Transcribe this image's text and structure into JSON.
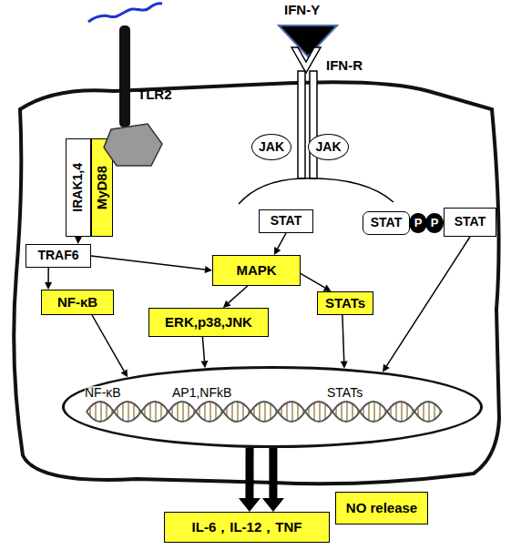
{
  "diagram": {
    "nodes": [
      {
        "text": [
          "JAK"
        ]
      },
      {
        "text": [
          "JAK"
        ]
      },
      {
        "text": [
          "IRAK1,4"
        ]
      },
      {
        "text": [
          "MyD88"
        ]
      },
      {
        "text": [
          "STAT"
        ]
      },
      {
        "text": [
          "STAT"
        ]
      },
      {
        "text": [
          "P"
        ]
      },
      {
        "text": [
          "P"
        ]
      },
      {
        "text": [
          "STAT"
        ]
      },
      {
        "text": [
          "TRAF6"
        ]
      },
      {
        "text": [
          "MAPK"
        ]
      },
      {
        "text": [
          "NF-κB"
        ]
      },
      {
        "text": [
          "STATs"
        ]
      },
      {
        "text": [
          "ERK,p38,JNK"
        ]
      },
      {
        "text": [
          "NF-κB",
          "AP1,NFkB",
          "STATs"
        ]
      },
      {
        "text": [
          "NO release"
        ]
      },
      {
        "text": [
          "IL-6，IL-12，TNF"
        ]
      }
    ],
    "edges": [
      {
        "from": 2,
        "to": 9,
        "arrow": "to"
      },
      {
        "from": 9,
        "to": 11,
        "arrow": "to"
      },
      {
        "from": 9,
        "to": 10,
        "arrow": "to"
      },
      {
        "from": 4,
        "to": 10,
        "arrow": "to"
      },
      {
        "from": 10,
        "to": 13,
        "arrow": "to"
      },
      {
        "from": 10,
        "to": 12,
        "arrow": "to"
      },
      {
        "from": 11,
        "to": 14,
        "arrow": "to"
      },
      {
        "from": 13,
        "to": 14,
        "arrow": "to"
      },
      {
        "from": 12,
        "to": 14,
        "arrow": "to"
      },
      {
        "from": 8,
        "to": 14,
        "arrow": "to"
      },
      {
        "from": 14,
        "to": 16,
        "arrow": "to"
      },
      {
        "from": 14,
        "to": 16,
        "arrow": "to"
      }
    ],
    "labels": [
      "TLR2",
      "IFN-Y",
      "IFN-R"
    ]
  }
}
